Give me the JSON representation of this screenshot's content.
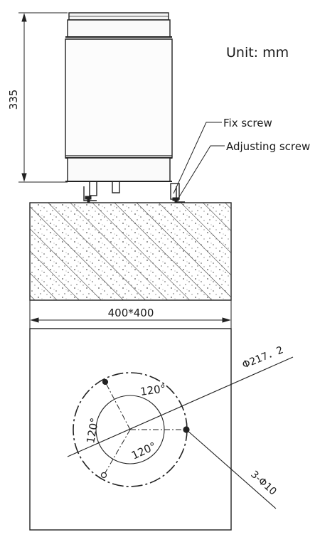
{
  "labels": {
    "unit": "Unit: mm",
    "fix_screw": "Fix screw",
    "adjusting_screw": "Adjusting screw"
  },
  "dimensions": {
    "height": "335",
    "base_size": "400*400",
    "pitch_diameter": "Φ217．2",
    "angle_top": "120°",
    "angle_left": "120°",
    "angle_bottom": "120°",
    "holes": "3-Φ10"
  },
  "colors": {
    "line": "#222222",
    "concrete_speckle": "#555555"
  }
}
